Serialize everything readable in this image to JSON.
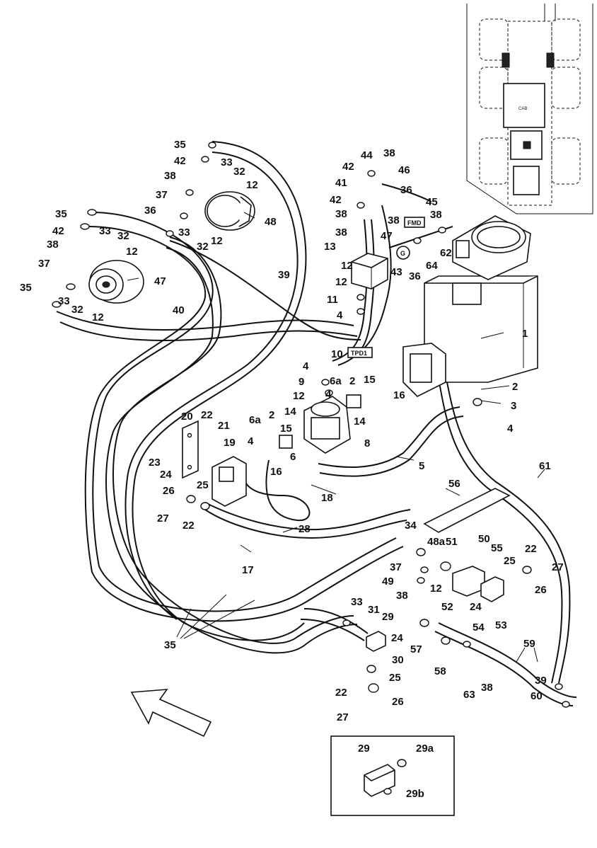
{
  "callouts": [
    "1",
    "2",
    "2",
    "2",
    "3",
    "4",
    "4",
    "4",
    "4",
    "4",
    "5",
    "6",
    "6a",
    "6a",
    "8",
    "9",
    "10",
    "11",
    "12",
    "12",
    "12",
    "12",
    "12",
    "12",
    "12",
    "12",
    "12",
    "13",
    "14",
    "14",
    "15",
    "15",
    "16",
    "16",
    "17",
    "18",
    "19",
    "20",
    "21",
    "22",
    "22",
    "22",
    "22",
    "23",
    "24",
    "24",
    "24",
    "25",
    "25",
    "25",
    "26",
    "26",
    "26",
    "27",
    "27",
    "27",
    "28",
    "29",
    "29",
    "29a",
    "29b",
    "30",
    "31",
    "32",
    "32",
    "32",
    "32",
    "33",
    "33",
    "33",
    "33",
    "33",
    "34",
    "35",
    "35",
    "35",
    "35",
    "36",
    "36",
    "36",
    "37",
    "37",
    "37",
    "38",
    "38",
    "38",
    "38",
    "38",
    "38",
    "38",
    "38",
    "38",
    "39",
    "39",
    "40",
    "41",
    "42",
    "42",
    "42",
    "42",
    "43",
    "44",
    "45",
    "46",
    "47",
    "47",
    "48",
    "48a",
    "49",
    "50",
    "51",
    "52",
    "53",
    "54",
    "55",
    "56",
    "57",
    "58",
    "59",
    "60",
    "61",
    "62",
    "63",
    "64"
  ],
  "tags": {
    "tpd1": "TPD1",
    "fmd": "FMD",
    "g": "G"
  },
  "inset_label": "CAB"
}
